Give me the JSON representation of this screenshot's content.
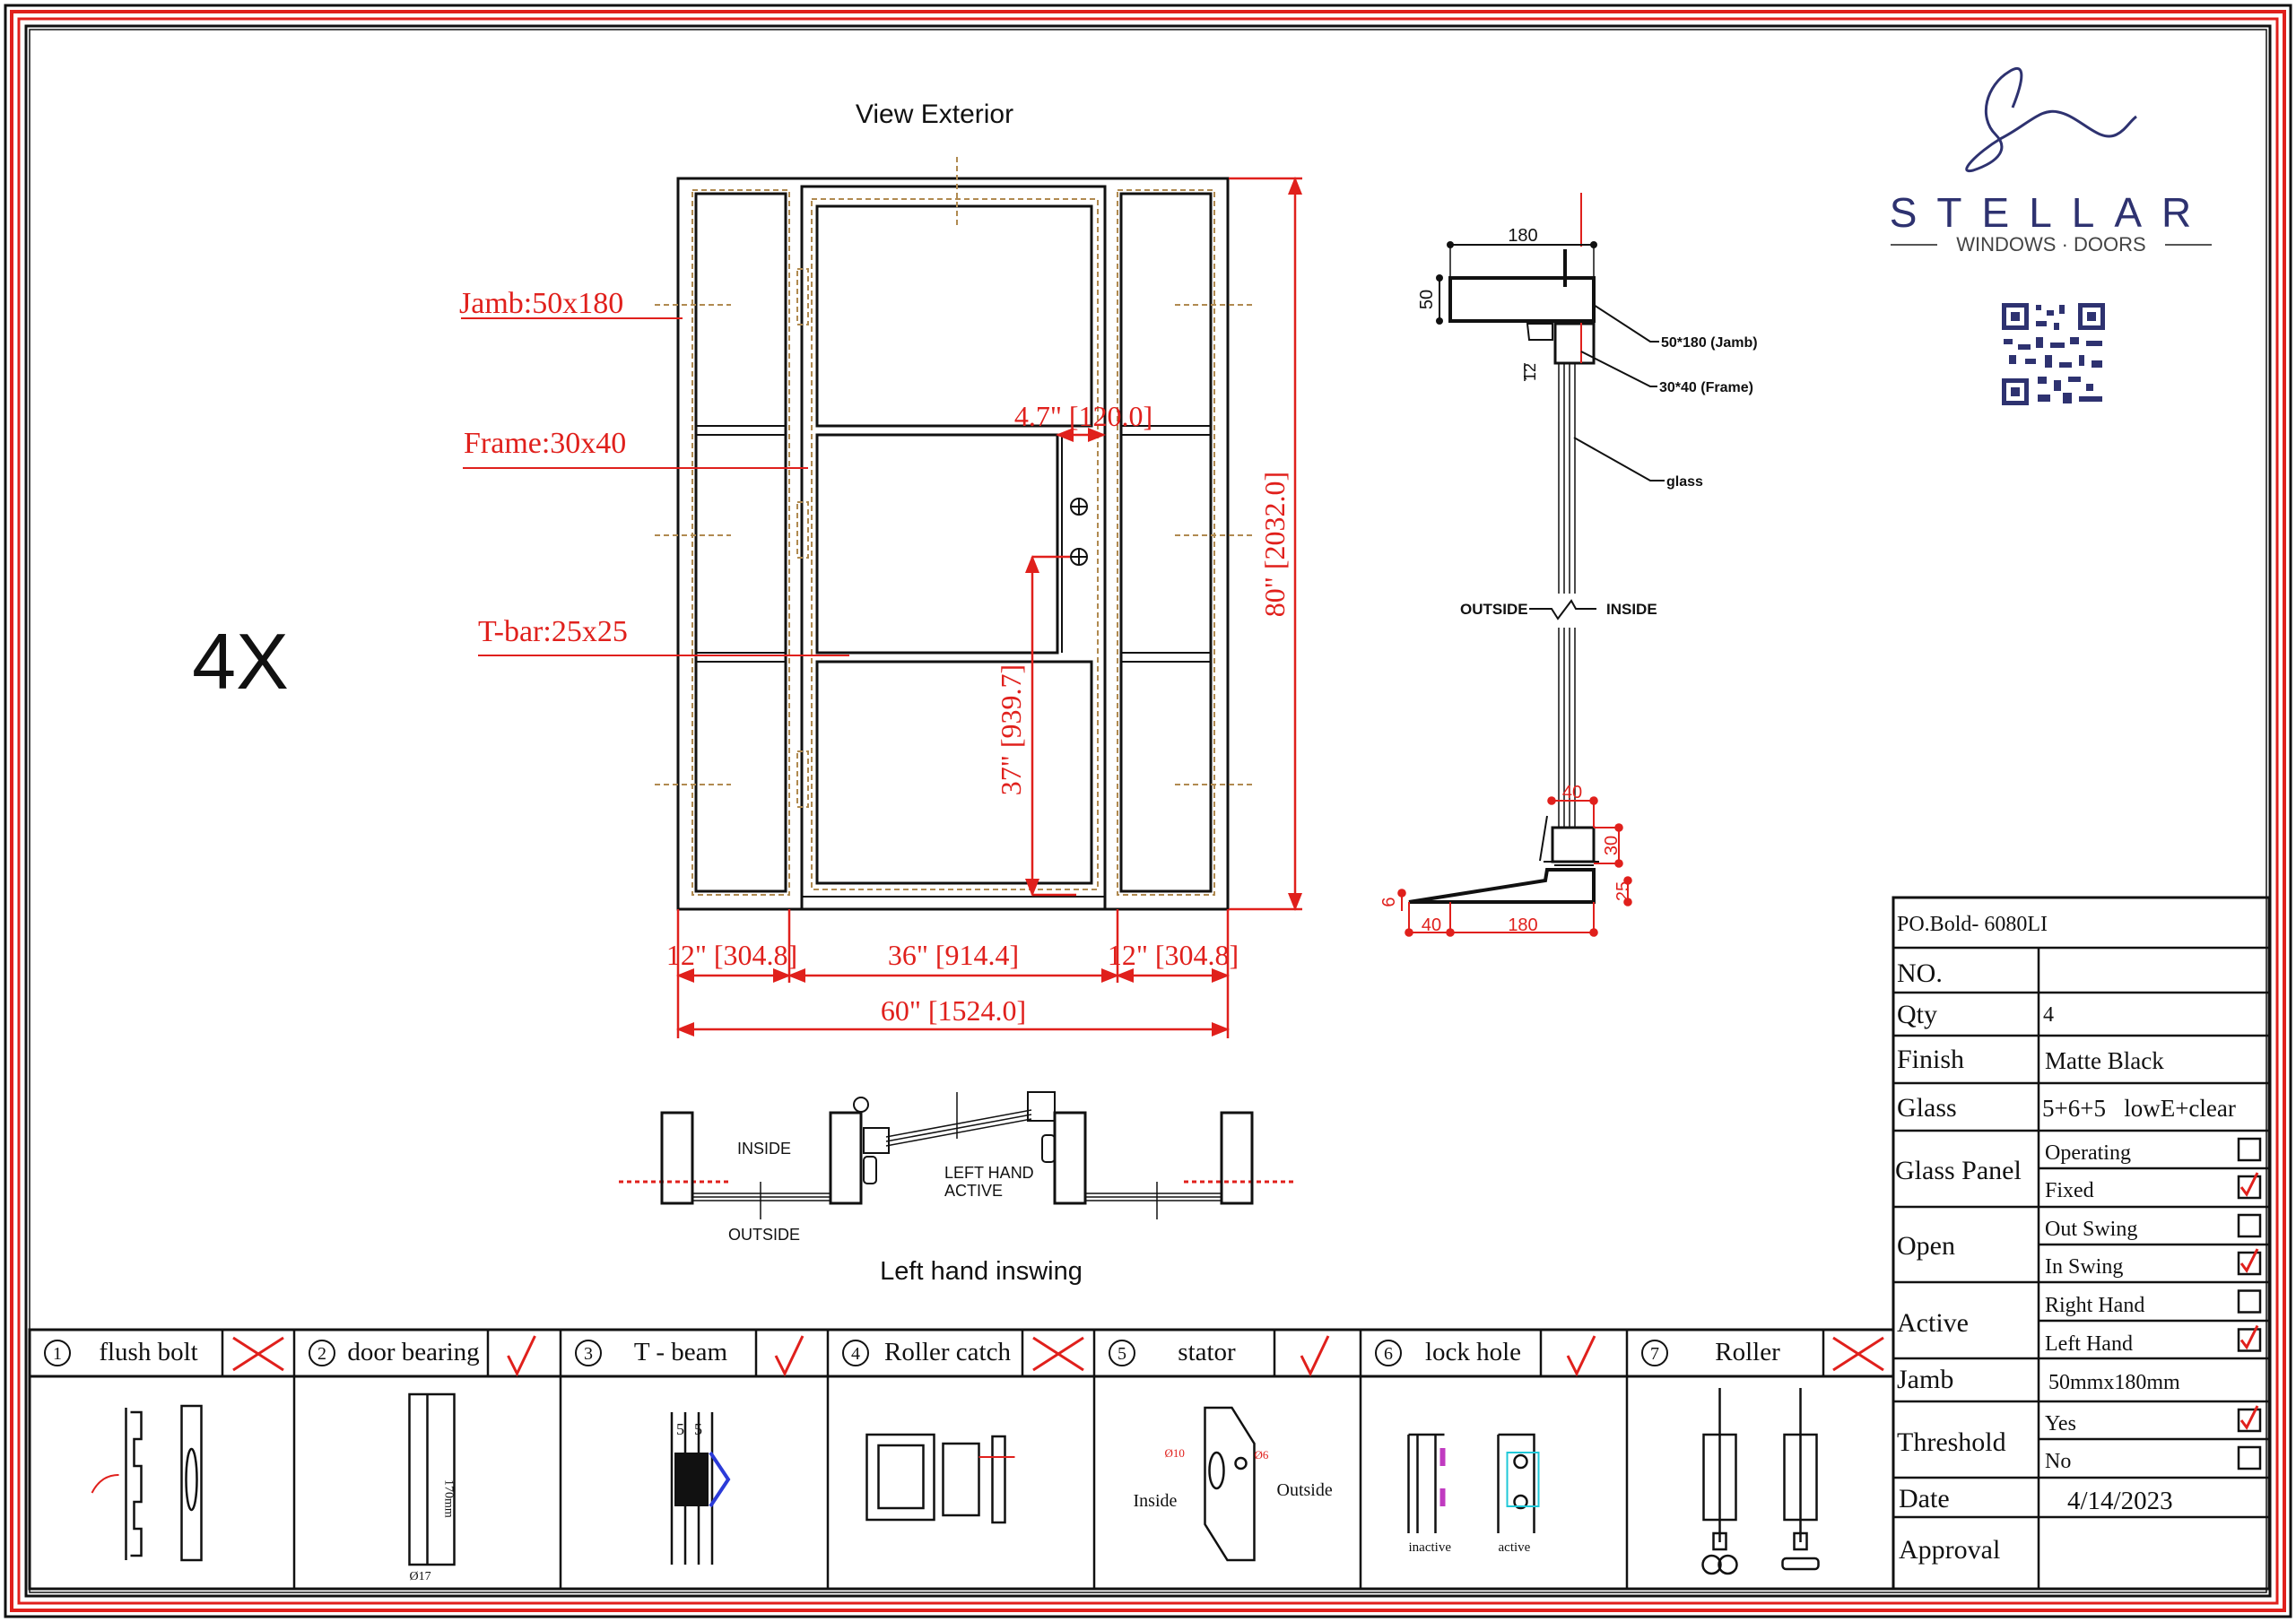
{
  "drawing": {
    "view_title": "View Exterior",
    "quantity_mark": "4X",
    "labels": {
      "jamb": "Jamb:50x180",
      "frame": "Frame:30x40",
      "tbar": "T-bar:25x25"
    },
    "dimensions": {
      "height": "80\" [2032.0]",
      "handle_height": "37\" [939.7]",
      "handle_offset": "4.7\" [120.0]",
      "left_sidelite": "12\" [304.8]",
      "door": "36\" [914.4]",
      "right_sidelite": "12\" [304.8]",
      "overall_width": "60\" [1524.0]"
    }
  },
  "section": {
    "jamb_width": "180",
    "jamb_depth": "50",
    "glass_gap": "12",
    "jamb_callout": "50*180 (Jamb)",
    "frame_callout": "30*40  (Frame)",
    "glass_callout": "glass",
    "outside": "OUTSIDE",
    "inside": "INSIDE",
    "threshold_dims": {
      "rise": "6",
      "lip": "40",
      "depth": "180",
      "height": "25",
      "frame_h": "30",
      "frame_w": "40"
    }
  },
  "plan": {
    "inside": "INSIDE",
    "outside": "OUTSIDE",
    "active_line1": "LEFT HAND",
    "active_line2": "ACTIVE",
    "caption": "Left hand inswing"
  },
  "brand": {
    "name": "STELLAR",
    "tagline": "WINDOWS · DOORS"
  },
  "hardware": [
    {
      "num": "1",
      "label": "flush bolt",
      "included": false
    },
    {
      "num": "2",
      "label": "door bearing",
      "included": true,
      "note": "170mm",
      "note2": "Ø17"
    },
    {
      "num": "3",
      "label": "T - beam",
      "included": true,
      "note": "5",
      "note2": "5"
    },
    {
      "num": "4",
      "label": "Roller catch",
      "included": false
    },
    {
      "num": "5",
      "label": "stator",
      "included": true,
      "inside": "Inside",
      "outside": "Outside",
      "d1": "Ø10",
      "d2": "Ø6"
    },
    {
      "num": "6",
      "label": "lock hole",
      "included": true,
      "inactive": "inactive",
      "active": "active"
    },
    {
      "num": "7",
      "label": "Roller",
      "included": false
    }
  ],
  "spec": {
    "po": "PO.Bold- 6080LI",
    "no_label": "NO.",
    "no_value": "",
    "qty_label": "Qty",
    "qty_value": "4",
    "finish_label": "Finish",
    "finish_value": "Matte Black",
    "glass_label": "Glass",
    "glass_value": "5+6+5   lowE+clear",
    "glass_panel_label": "Glass Panel",
    "glass_panel_options": [
      {
        "label": "Operating",
        "checked": false
      },
      {
        "label": "Fixed",
        "checked": true
      }
    ],
    "open_label": "Open",
    "open_options": [
      {
        "label": "Out Swing",
        "checked": false
      },
      {
        "label": "In Swing",
        "checked": true
      }
    ],
    "active_label": "Active",
    "active_options": [
      {
        "label": "Right Hand",
        "checked": false
      },
      {
        "label": "Left Hand",
        "checked": true
      }
    ],
    "jamb_label": "Jamb",
    "jamb_value": "50mmx180mm",
    "threshold_label": "Threshold",
    "threshold_options": [
      {
        "label": "Yes",
        "checked": true
      },
      {
        "label": "No",
        "checked": false
      }
    ],
    "date_label": "Date",
    "date_value": "4/14/2023",
    "approval_label": "Approval",
    "approval_value": ""
  },
  "colors": {
    "dimension": "#e0201c",
    "brand": "#2e3270",
    "line": "#111111",
    "callout_cyan": "#20c8d8"
  }
}
